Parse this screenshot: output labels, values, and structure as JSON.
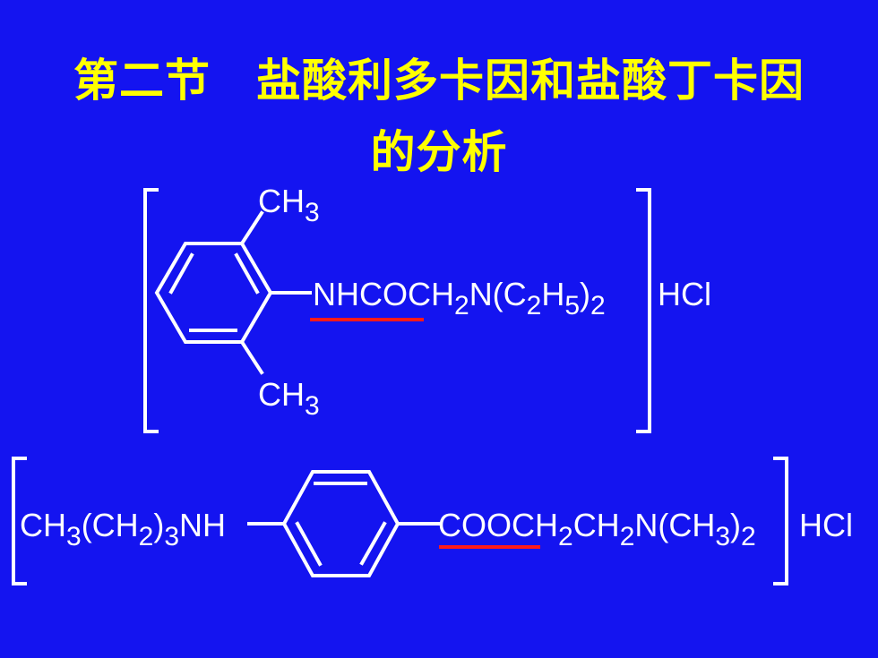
{
  "title": {
    "line1": "第二节　盐酸利多卡因和盐酸丁卡因",
    "line2": "的分析"
  },
  "lidocaine": {
    "methyl_top": {
      "main": "CH",
      "sub": "3"
    },
    "methyl_bottom": {
      "main": "CH",
      "sub": "3"
    },
    "side_chain": [
      {
        "t": "NHCOCH"
      },
      {
        "s": "2"
      },
      {
        "t": "N(C"
      },
      {
        "s": "2"
      },
      {
        "t": "H"
      },
      {
        "s": "5"
      },
      {
        "t": ")"
      },
      {
        "s": "2"
      }
    ],
    "salt": "HCl"
  },
  "tetracaine": {
    "left_chain": [
      {
        "t": "CH"
      },
      {
        "s": "3"
      },
      {
        "t": "(CH"
      },
      {
        "s": "2"
      },
      {
        "t": ")"
      },
      {
        "s": "3"
      },
      {
        "t": "NH"
      }
    ],
    "right_chain": [
      {
        "t": "COOCH"
      },
      {
        "s": "2"
      },
      {
        "t": "CH"
      },
      {
        "s": "2"
      },
      {
        "t": "N(CH"
      },
      {
        "s": "3"
      },
      {
        "t": ")"
      },
      {
        "s": "2"
      }
    ],
    "salt": "HCl"
  },
  "colors": {
    "background": "#1414f0",
    "title": "#ffff00",
    "structure": "#ffffff",
    "highlight_underline": "#ff1a1a"
  }
}
